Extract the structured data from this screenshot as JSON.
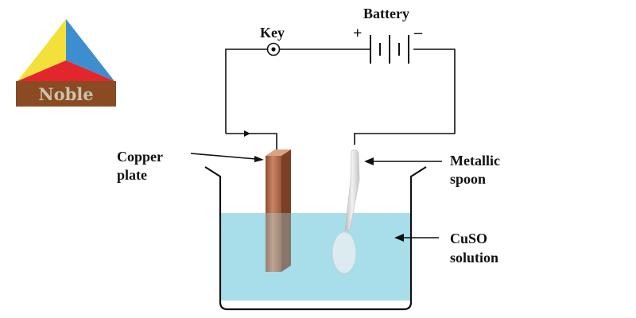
{
  "logo": {
    "text": "Noble"
  },
  "labels": {
    "battery": "Battery",
    "plus": "+",
    "minus": "–",
    "key": "Key",
    "copper_line1": "Copper",
    "copper_line2": "plate",
    "spoon_line1": "Metallic",
    "spoon_line2": "spoon",
    "solution_line1": "CuSO",
    "solution_line2": "solution"
  },
  "colors": {
    "logo_yellow": "#f3e03a",
    "logo_red": "#e3262b",
    "logo_blue": "#3d8ecf",
    "logo_plate": "#8a4a22",
    "solution": "#a7deea",
    "copper": "#b46d4c",
    "wire": "#111111"
  }
}
